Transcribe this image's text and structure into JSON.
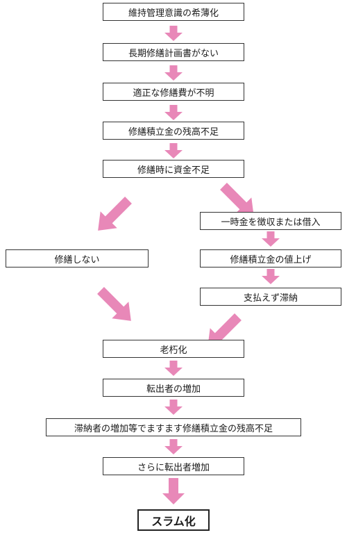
{
  "flow": {
    "steps": [
      "維持管理意識の希薄化",
      "長期修繕計画書がない",
      "適正な修繕費が不明",
      "修繕積立金の残高不足",
      "修繕時に資金不足"
    ],
    "branch_left": {
      "label": "修繕しない"
    },
    "branch_right": {
      "steps": [
        "一時金を徴収または借入",
        "修繕積立金の値上げ",
        "支払えず滞納"
      ]
    },
    "merged_steps": [
      "老朽化",
      "転出者の増加",
      "滞納者の増加等でますます修繕積立金の残高不足",
      "さらに転出者増加"
    ],
    "final": "スラム化"
  },
  "colors": {
    "arrow": "#e888b8",
    "box_border": "#333333",
    "text": "#1a1a1a"
  }
}
